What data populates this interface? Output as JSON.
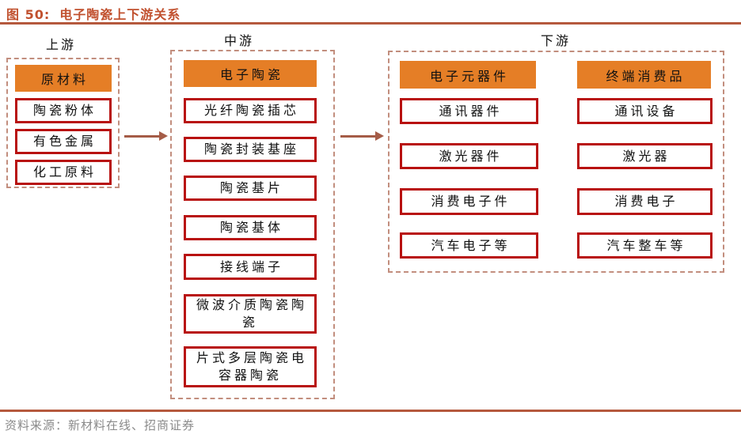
{
  "title": {
    "prefix": "图 50:",
    "text": "电子陶瓷上下游关系"
  },
  "source": "资料来源：新材料在线、招商证券",
  "colors": {
    "title_text": "#C1512F",
    "rule": "#B5593D",
    "orange": "#E57E26",
    "box_border": "#B81110",
    "dashed_border": "#C28E7E",
    "arrow": "#A55C47",
    "source_text": "#8A8A8A"
  },
  "sections": {
    "upstream": {
      "label": "上游",
      "header": "原材料",
      "items": [
        "陶瓷粉体",
        "有色金属",
        "化工原料"
      ]
    },
    "midstream": {
      "label": "中游",
      "header": "电子陶瓷",
      "items": [
        "光纤陶瓷插芯",
        "陶瓷封装基座",
        "陶瓷基片",
        "陶瓷基体",
        "接线端子",
        "微波介质陶瓷陶瓷",
        "片式多层陶瓷电容器陶瓷"
      ]
    },
    "downstream": {
      "label": "下游",
      "columns": [
        {
          "header": "电子元器件",
          "items": [
            "通讯器件",
            "激光器件",
            "消费电子件",
            "汽车电子等"
          ]
        },
        {
          "header": "终端消费品",
          "items": [
            "通讯设备",
            "激光器",
            "消费电子",
            "汽车整车等"
          ]
        }
      ]
    }
  }
}
